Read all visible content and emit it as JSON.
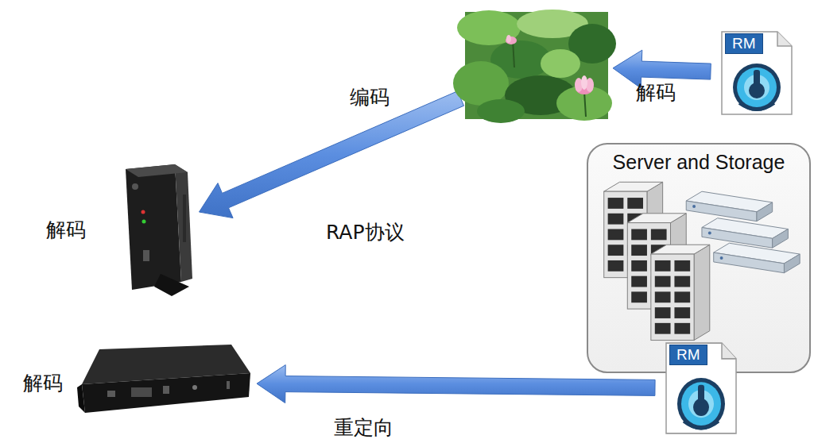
{
  "diagram": {
    "nodes": [
      {
        "text": []
      },
      {
        "text": [
          "RM"
        ]
      },
      {
        "text": [
          "Server and Storage"
        ]
      },
      {
        "text": [
          "解码"
        ]
      },
      {
        "text": [
          "RM"
        ],
        "in": 2
      },
      {
        "text": [
          "解码"
        ]
      }
    ],
    "edges": [
      {
        "from": 1,
        "to": 0,
        "arrow": "to",
        "label": "解码"
      },
      {
        "from": 0,
        "to": 3,
        "arrow": "to",
        "label": "RAP协议"
      },
      {
        "from": 4,
        "to": 5,
        "arrow": "to",
        "label": "重定向"
      }
    ],
    "labels": [
      "编码"
    ]
  }
}
